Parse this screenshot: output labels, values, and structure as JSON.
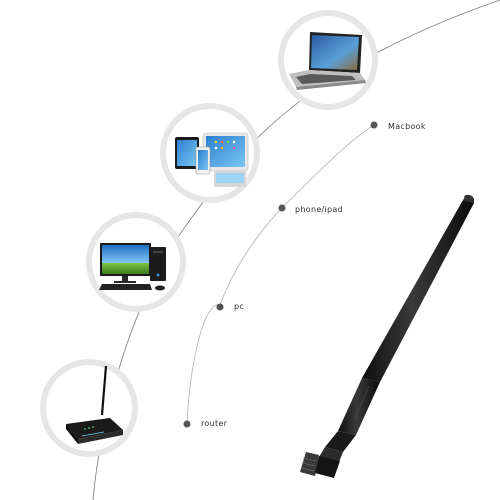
{
  "labels": {
    "router": "router",
    "pc": "pc",
    "phone_ipad": "phone/ipad",
    "macbook": "Macbook"
  },
  "devices": [
    {
      "name": "router",
      "icon": "router-icon"
    },
    {
      "name": "pc",
      "icon": "desktop-pc-icon"
    },
    {
      "name": "phone/ipad",
      "icon": "phone-tablet-icon"
    },
    {
      "name": "Macbook",
      "icon": "laptop-icon"
    }
  ],
  "colors": {
    "ring": "#e6e6e6",
    "line": "#9a9a9a",
    "dot": "#555555",
    "text": "#333333",
    "antenna": "#1c1c1c",
    "accent_sky": "#3a8fd6",
    "accent_grass": "#5aa02c"
  }
}
